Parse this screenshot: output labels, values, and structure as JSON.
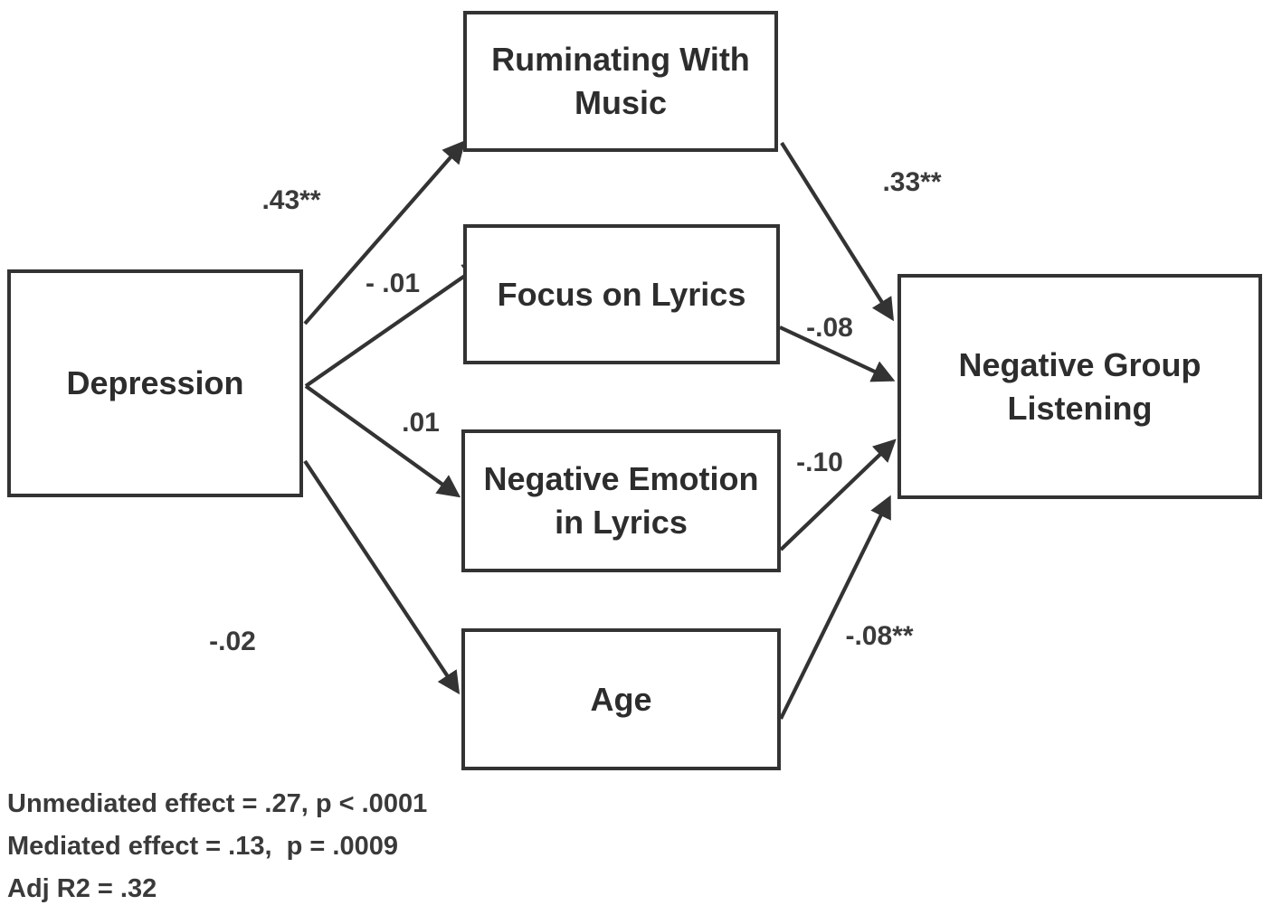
{
  "diagram": {
    "type": "path-model",
    "nodes": {
      "depression": {
        "label": "Depression"
      },
      "ruminating_with_music": {
        "label": "Ruminating With Music"
      },
      "focus_on_lyrics": {
        "label": "Focus on Lyrics"
      },
      "negative_emotion_in_lyrics": {
        "label": "Negative Emotion in Lyrics"
      },
      "age": {
        "label": "Age"
      },
      "negative_group_listening": {
        "label": "Negative Group Listening"
      }
    },
    "paths": [
      {
        "from": "Depression",
        "to": "Ruminating With Music",
        "coefficient": ".43**"
      },
      {
        "from": "Depression",
        "to": "Focus on Lyrics",
        "coefficient": "- .01"
      },
      {
        "from": "Depression",
        "to": "Negative Emotion in Lyrics",
        "coefficient": ".01"
      },
      {
        "from": "Depression",
        "to": "Age",
        "coefficient": "-.02"
      },
      {
        "from": "Ruminating With Music",
        "to": "Negative Group Listening",
        "coefficient": ".33**"
      },
      {
        "from": "Focus on Lyrics",
        "to": "Negative Group Listening",
        "coefficient": "-.08"
      },
      {
        "from": "Negative Emotion in Lyrics",
        "to": "Negative Group Listening",
        "coefficient": "-.10"
      },
      {
        "from": "Age",
        "to": "Negative Group Listening",
        "coefficient": "-.08**"
      }
    ],
    "caption": {
      "lines": [
        "Unmediated effect = .27, p < .0001",
        "Mediated effect = .13,  p = .0009",
        "Adj R2 = .32"
      ]
    },
    "colors": {
      "ink": "#333333",
      "background": "#ffffff"
    }
  }
}
